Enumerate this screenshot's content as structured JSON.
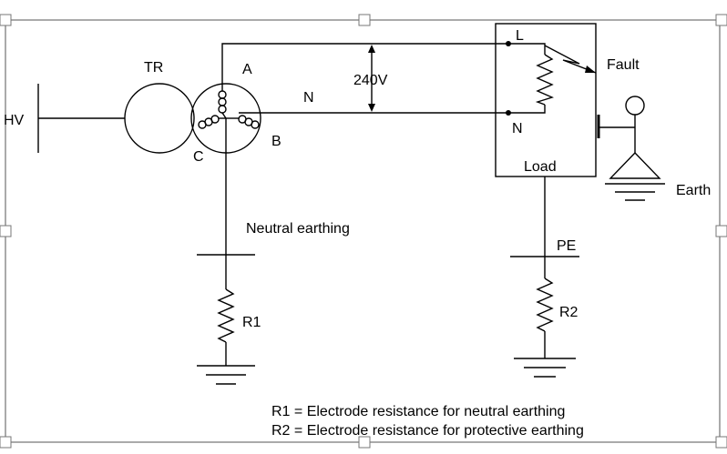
{
  "labels": {
    "hv": "HV",
    "tr": "TR",
    "a": "A",
    "b": "B",
    "c": "C",
    "n_wire": "N",
    "voltage": "240V",
    "l_term": "L",
    "n_term": "N",
    "fault": "Fault",
    "load": "Load",
    "earth": "Earth",
    "neutral_earthing": "Neutral earthing",
    "pe": "PE",
    "r1": "R1",
    "r2": "R2"
  },
  "legend": [
    "R1 = Electrode resistance for neutral earthing",
    "R2 = Electrode resistance for protective earthing"
  ],
  "icons": [
    "transformer-icon",
    "star-winding-icon",
    "resistor-icon",
    "earth-ground-icon",
    "person-icon",
    "fault-arrow-icon"
  ]
}
